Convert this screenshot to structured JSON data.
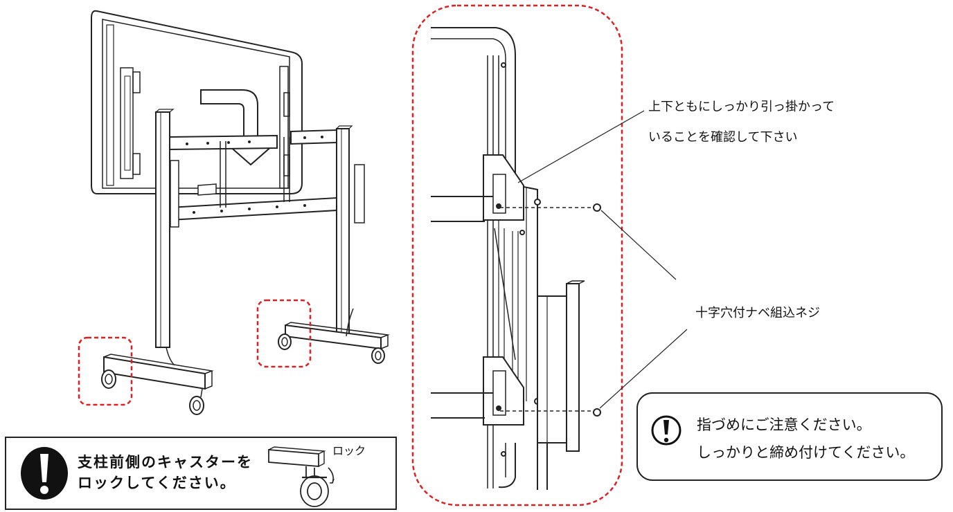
{
  "callouts": {
    "hook_check_line1": "上下ともにしっかり引っ掛かって",
    "hook_check_line2": "いることを確認して下さい",
    "screw_label": "十字穴付ナベ組込ネジ"
  },
  "notice_right": {
    "line1": "指づめにご注意ください。",
    "line2": "しっかりと締め付けてください。"
  },
  "notice_left": {
    "line1": "支柱前側のキャスターを",
    "line2": "ロックしてください。",
    "lock_label": "ロック"
  },
  "colors": {
    "line": "#222222",
    "dashed_highlight": "#e02020",
    "warning_icon": "#111111"
  }
}
